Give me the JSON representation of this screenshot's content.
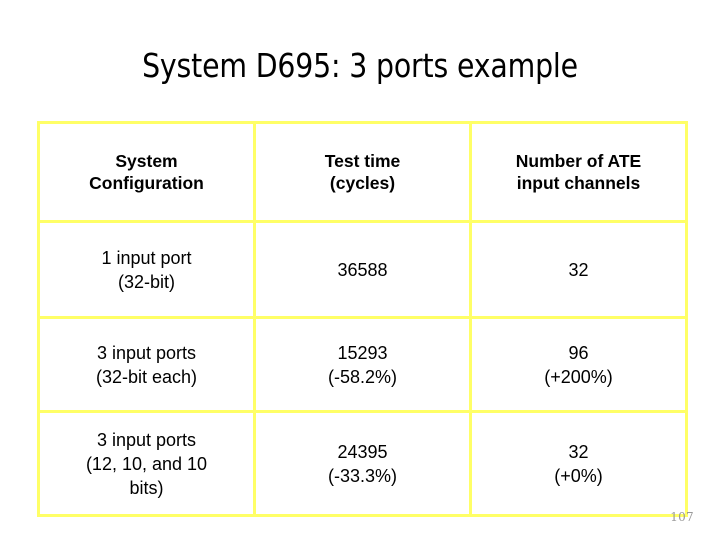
{
  "slide": {
    "title": "System D695: 3 ports example",
    "page_number": "107",
    "accent_border_color": "#ffff66",
    "text_color": "#000000",
    "page_number_color": "#999999",
    "background_color": "#ffffff"
  },
  "table": {
    "headers": [
      {
        "line1": "System",
        "line2": "Configuration"
      },
      {
        "line1": "Test time",
        "line2": "(cycles)"
      },
      {
        "line1": "Number of ATE",
        "line2": "input channels"
      }
    ],
    "rows": [
      {
        "config": {
          "line1": "1 input port",
          "line2": "(32-bit)",
          "line3": ""
        },
        "test_time": {
          "value": "36588",
          "delta": ""
        },
        "channels": {
          "value": "32",
          "delta": ""
        }
      },
      {
        "config": {
          "line1": "3 input ports",
          "line2": "(32-bit each)",
          "line3": ""
        },
        "test_time": {
          "value": "15293",
          "delta": "(-58.2%)"
        },
        "channels": {
          "value": "96",
          "delta": "(+200%)"
        }
      },
      {
        "config": {
          "line1": "3 input ports",
          "line2": "(12, 10, and 10",
          "line3": "bits)"
        },
        "test_time": {
          "value": "24395",
          "delta": "(-33.3%)"
        },
        "channels": {
          "value": "32",
          "delta": "(+0%)"
        }
      }
    ]
  }
}
